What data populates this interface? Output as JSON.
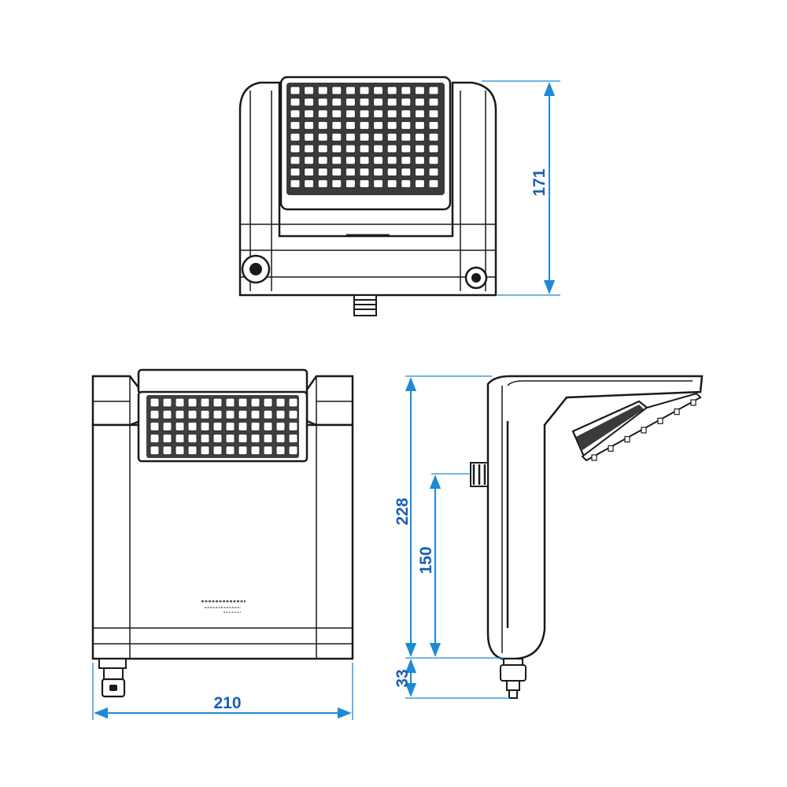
{
  "dimensions": {
    "top_view_height": "171",
    "side_view_height": "228",
    "side_view_inlet_height": "150",
    "side_view_outlet_drop": "33",
    "front_view_width": "210"
  },
  "colors": {
    "dimension_line": "#1e8ad6",
    "dimension_text": "#1a5fb4",
    "outline": "#1a1a1a",
    "panel_fill": "#ffffff",
    "grid_fill": "#4a4a4a"
  }
}
